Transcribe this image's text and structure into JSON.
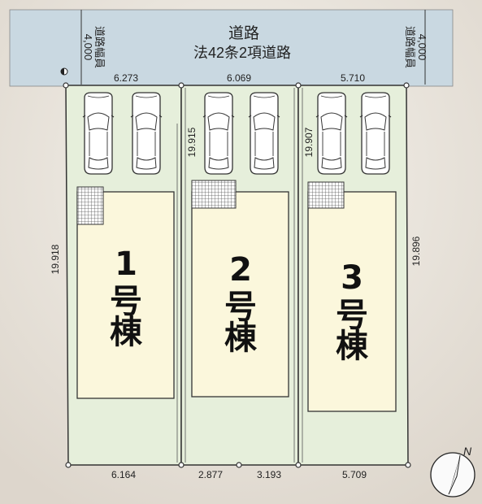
{
  "road": {
    "title": "道路",
    "subtitle": "法42条2項道路",
    "width_label_left": "道路幅員",
    "width_value_left": "4,000",
    "width_label_right": "道路幅員",
    "width_value_right": "4,000"
  },
  "dimensions": {
    "top": [
      "6.273",
      "6.069",
      "5.710"
    ],
    "bottom": [
      "6.164",
      "2.877",
      "3.193",
      "5.709"
    ],
    "left": "19.918",
    "right": "19.896",
    "inner": [
      "19.915",
      "19.907"
    ]
  },
  "lots": [
    {
      "number": "1",
      "suffix1": "号",
      "suffix2": "棟"
    },
    {
      "number": "2",
      "suffix1": "号",
      "suffix2": "棟"
    },
    {
      "number": "3",
      "suffix1": "号",
      "suffix2": "棟"
    }
  ],
  "compass": {
    "label": "N"
  },
  "colors": {
    "road": "#c9d8e1",
    "lot": "#e6efdb",
    "house": "#fbf7dc",
    "boundary": "#333333"
  }
}
